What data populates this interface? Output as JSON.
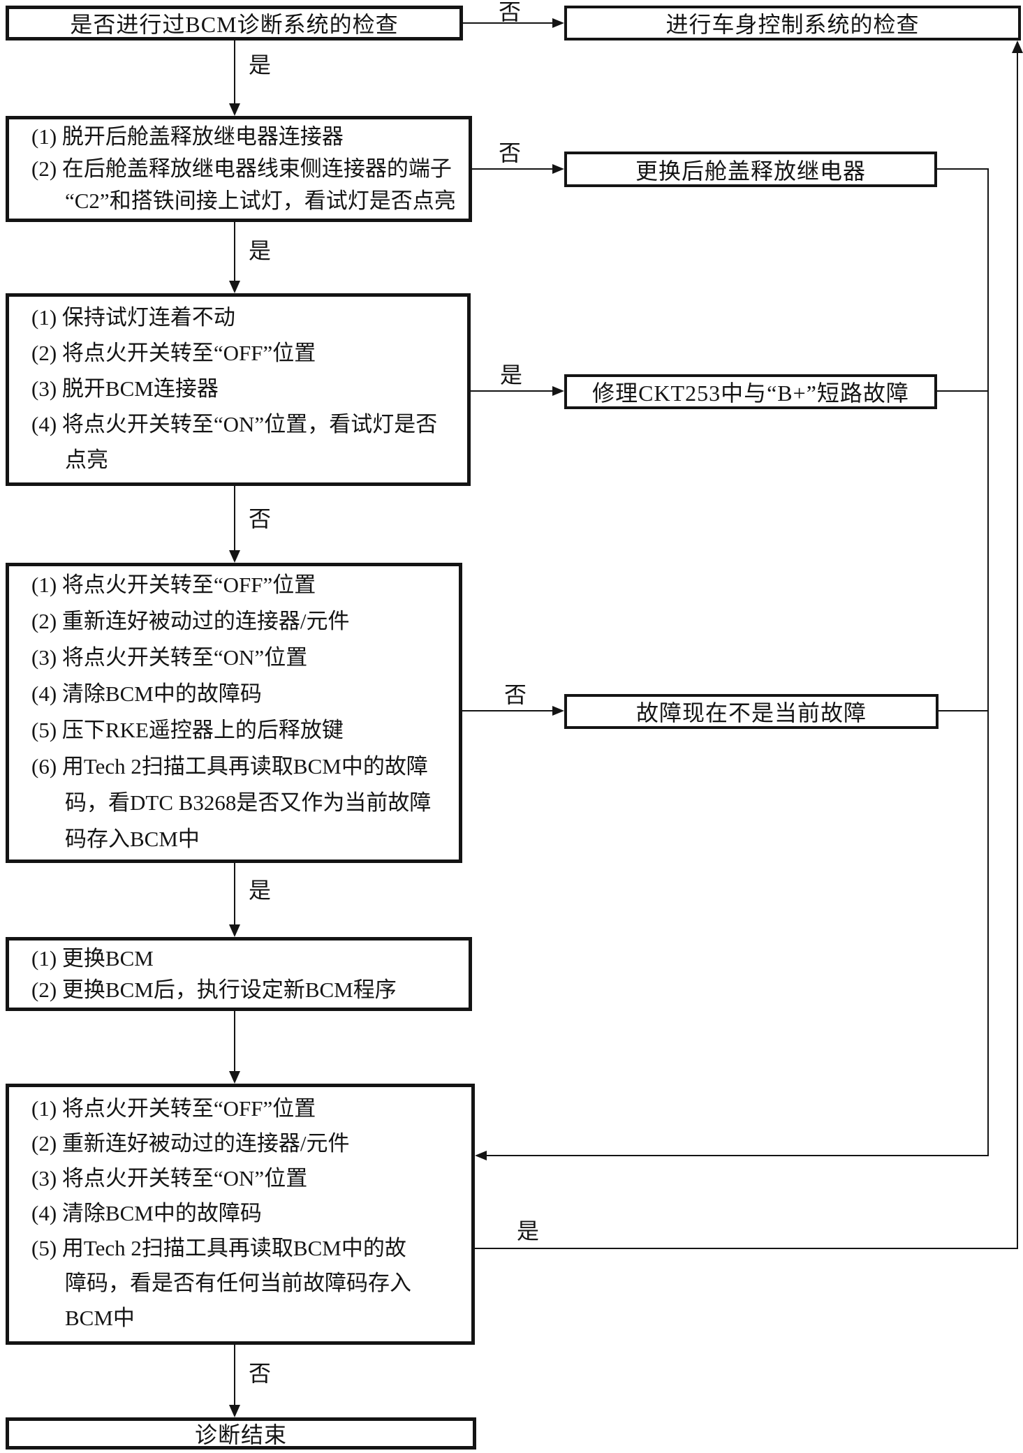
{
  "page": {
    "background": "#ffffff",
    "ink": "#141414"
  },
  "flowchart": {
    "nodes": {
      "check_bcm_diagnosed": {
        "text": "是否进行过BCM诊断系统的检查"
      },
      "body_system_check": {
        "text": "进行车身控制系统的检查"
      },
      "relay_test_lamp": {
        "lines": [
          "(1) 脱开后舱盖释放继电器连接器",
          "(2) 在后舱盖释放继电器线束侧连接器的端子",
          "“C2”和搭铁间接上试灯，看试灯是否点亮"
        ]
      },
      "replace_relay": {
        "text": "更换后舱盖释放继电器"
      },
      "lamp_off_check": {
        "lines": [
          "(1) 保持试灯连着不动",
          "(2) 将点火开关转至“OFF”位置",
          "(3) 脱开BCM连接器",
          "(4) 将点火开关转至“ON”位置，看试灯是否",
          "点亮"
        ]
      },
      "repair_ckt253": {
        "text": "修理CKT253中与“B+”短路故障"
      },
      "recheck_b3268": {
        "lines": [
          "(1) 将点火开关转至“OFF”位置",
          "(2) 重新连好被动过的连接器/元件",
          "(3) 将点火开关转至“ON”位置",
          "(4) 清除BCM中的故障码",
          "(5) 压下RKE遥控器上的后释放键",
          "(6) 用Tech 2扫描工具再读取BCM中的故障",
          "码，看DTC B3268是否又作为当前故障",
          "码存入BCM中"
        ]
      },
      "fault_not_current": {
        "text": "故障现在不是当前故障"
      },
      "replace_bcm": {
        "lines": [
          "(1) 更换BCM",
          "(2) 更换BCM后，执行设定新BCM程序"
        ]
      },
      "final_recheck": {
        "lines": [
          "(1) 将点火开关转至“OFF”位置",
          "(2) 重新连好被动过的连接器/元件",
          "(3) 将点火开关转至“ON”位置",
          "(4) 清除BCM中的故障码",
          "(5) 用Tech 2扫描工具再读取BCM中的故",
          "障码，看是否有任何当前故障码存入",
          "BCM中"
        ]
      },
      "diagnosis_end": {
        "text": "诊断结束"
      }
    },
    "edge_labels": {
      "yes": "是",
      "no": "否"
    }
  }
}
